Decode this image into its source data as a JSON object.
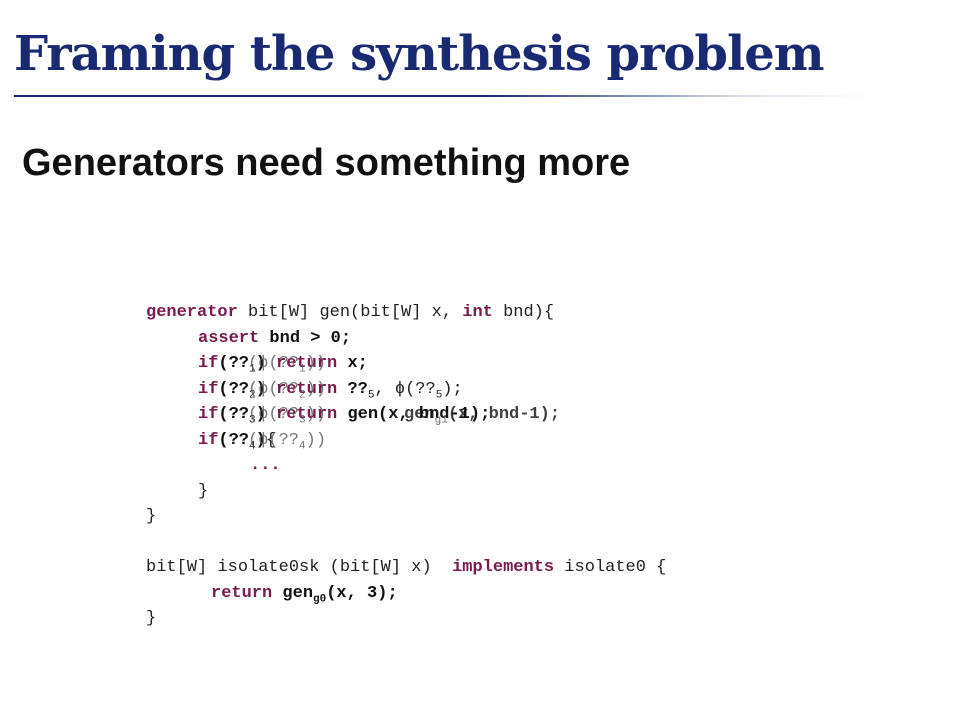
{
  "slide": {
    "title": "Framing the synthesis problem",
    "subtitle": "Generators need something more"
  },
  "code": {
    "l1": {
      "kw": "generator",
      "rest1": " bit[W] gen(bit[W] x, ",
      "kw2": "int",
      "rest2": " bnd){"
    },
    "l2": {
      "kw": "assert",
      "rest": " bnd > 0;"
    },
    "l3": {
      "a_if": "if",
      "a_cond": "(??",
      "a_sub": "1",
      "a_close": ")",
      "a_ret": "return",
      "a_tail": " x;",
      "b_text": "(ϕ(??",
      "b_sub": "1",
      "b_close": "))"
    },
    "l4": {
      "a_if": "if",
      "a_cond": "(??",
      "a_sub": "2",
      "a_close": ")",
      "a_ret": "return",
      "a_tail": " ??",
      "b_text": "(ϕ(??",
      "b_sub": "2",
      "b_close": "))",
      "c_sub": "5",
      "c_tail": ", ϕ(??",
      "c_sub2": "5",
      "c_end": ");"
    },
    "l5": {
      "a_if": "if",
      "a_cond": "(??",
      "a_sub": "3",
      "a_close": ")",
      "a_ret": "return",
      "a_tail": " gen(x, bnd-1);",
      "b_text": "(ϕ(??",
      "b_sub": "3",
      "b_close": "))",
      "c_gen": "gen",
      "c_sub": "g1",
      "c_tail": "(x, bnd-1);"
    },
    "l6": {
      "a_if": "if",
      "a_cond": "(??",
      "a_sub": "4",
      "a_close": ")",
      "a_brace": "{",
      "b_text": "(ϕ(??",
      "b_sub": "4",
      "b_close": "))"
    },
    "l7": "...",
    "l8": "}",
    "l9": "}",
    "l11": {
      "rest1": "bit[W] isolate0sk (bit[W] x)  ",
      "kw": "implements",
      "rest2": " isolate0 {"
    },
    "l12": {
      "kw": "return",
      "gen": " gen",
      "sub": "g0",
      "tail": "(x, 3);"
    },
    "l13": "}"
  }
}
